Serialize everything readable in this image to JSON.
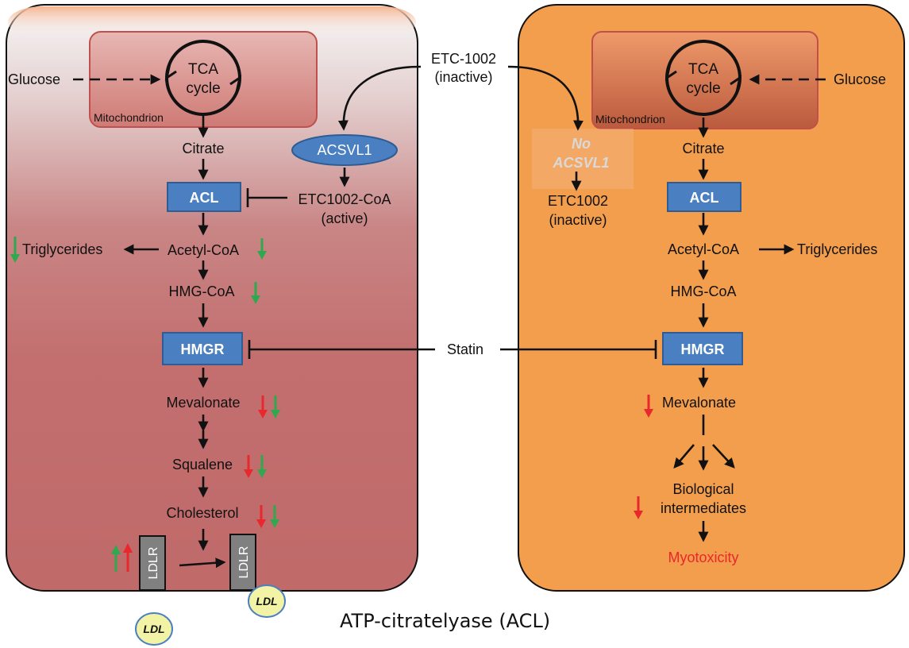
{
  "left_cell": {
    "mitochondrion": "Mitochondrion",
    "tca": [
      "TCA",
      "cycle"
    ],
    "glucose": "Glucose",
    "citrate": "Citrate",
    "acl": "ACL",
    "acsvl1": "ACSVL1",
    "etc_coa": [
      "ETC1002-CoA",
      "(active)"
    ],
    "triglycerides": "Triglycerides",
    "acetyl_coa": "Acetyl-CoA",
    "hmg_coa": "HMG-CoA",
    "hmgr": "HMGR",
    "mevalonate": "Mevalonate",
    "squalene": "Squalene",
    "cholesterol": "Cholesterol",
    "ldlr": "LDLR",
    "ldl": "LDL"
  },
  "center": {
    "etc_inactive": [
      "ETC-1002",
      "(inactive)"
    ],
    "statin": "Statin"
  },
  "right_cell": {
    "mitochondrion": "Mitochondrion",
    "tca": [
      "TCA",
      "cycle"
    ],
    "glucose": "Glucose",
    "citrate": "Citrate",
    "no_acsvl1": [
      "No",
      "ACSVL1"
    ],
    "etc_inactive": [
      "ETC1002",
      "(inactive)"
    ],
    "acl": "ACL",
    "acetyl_coa": "Acetyl-CoA",
    "triglycerides": "Triglycerides",
    "hmg_coa": "HMG-CoA",
    "hmgr": "HMGR",
    "mevalonate": "Mevalonate",
    "bio": [
      "Biological",
      "intermediates"
    ],
    "myotoxicity": "Myotoxicity"
  },
  "caption": "ATP-citratelyase (ACL)",
  "colors": {
    "box_blue": "#4a7fc1",
    "arrow_red": "#e8282d",
    "arrow_green": "#2fa84f",
    "orange_cell": "#f29e4c"
  }
}
